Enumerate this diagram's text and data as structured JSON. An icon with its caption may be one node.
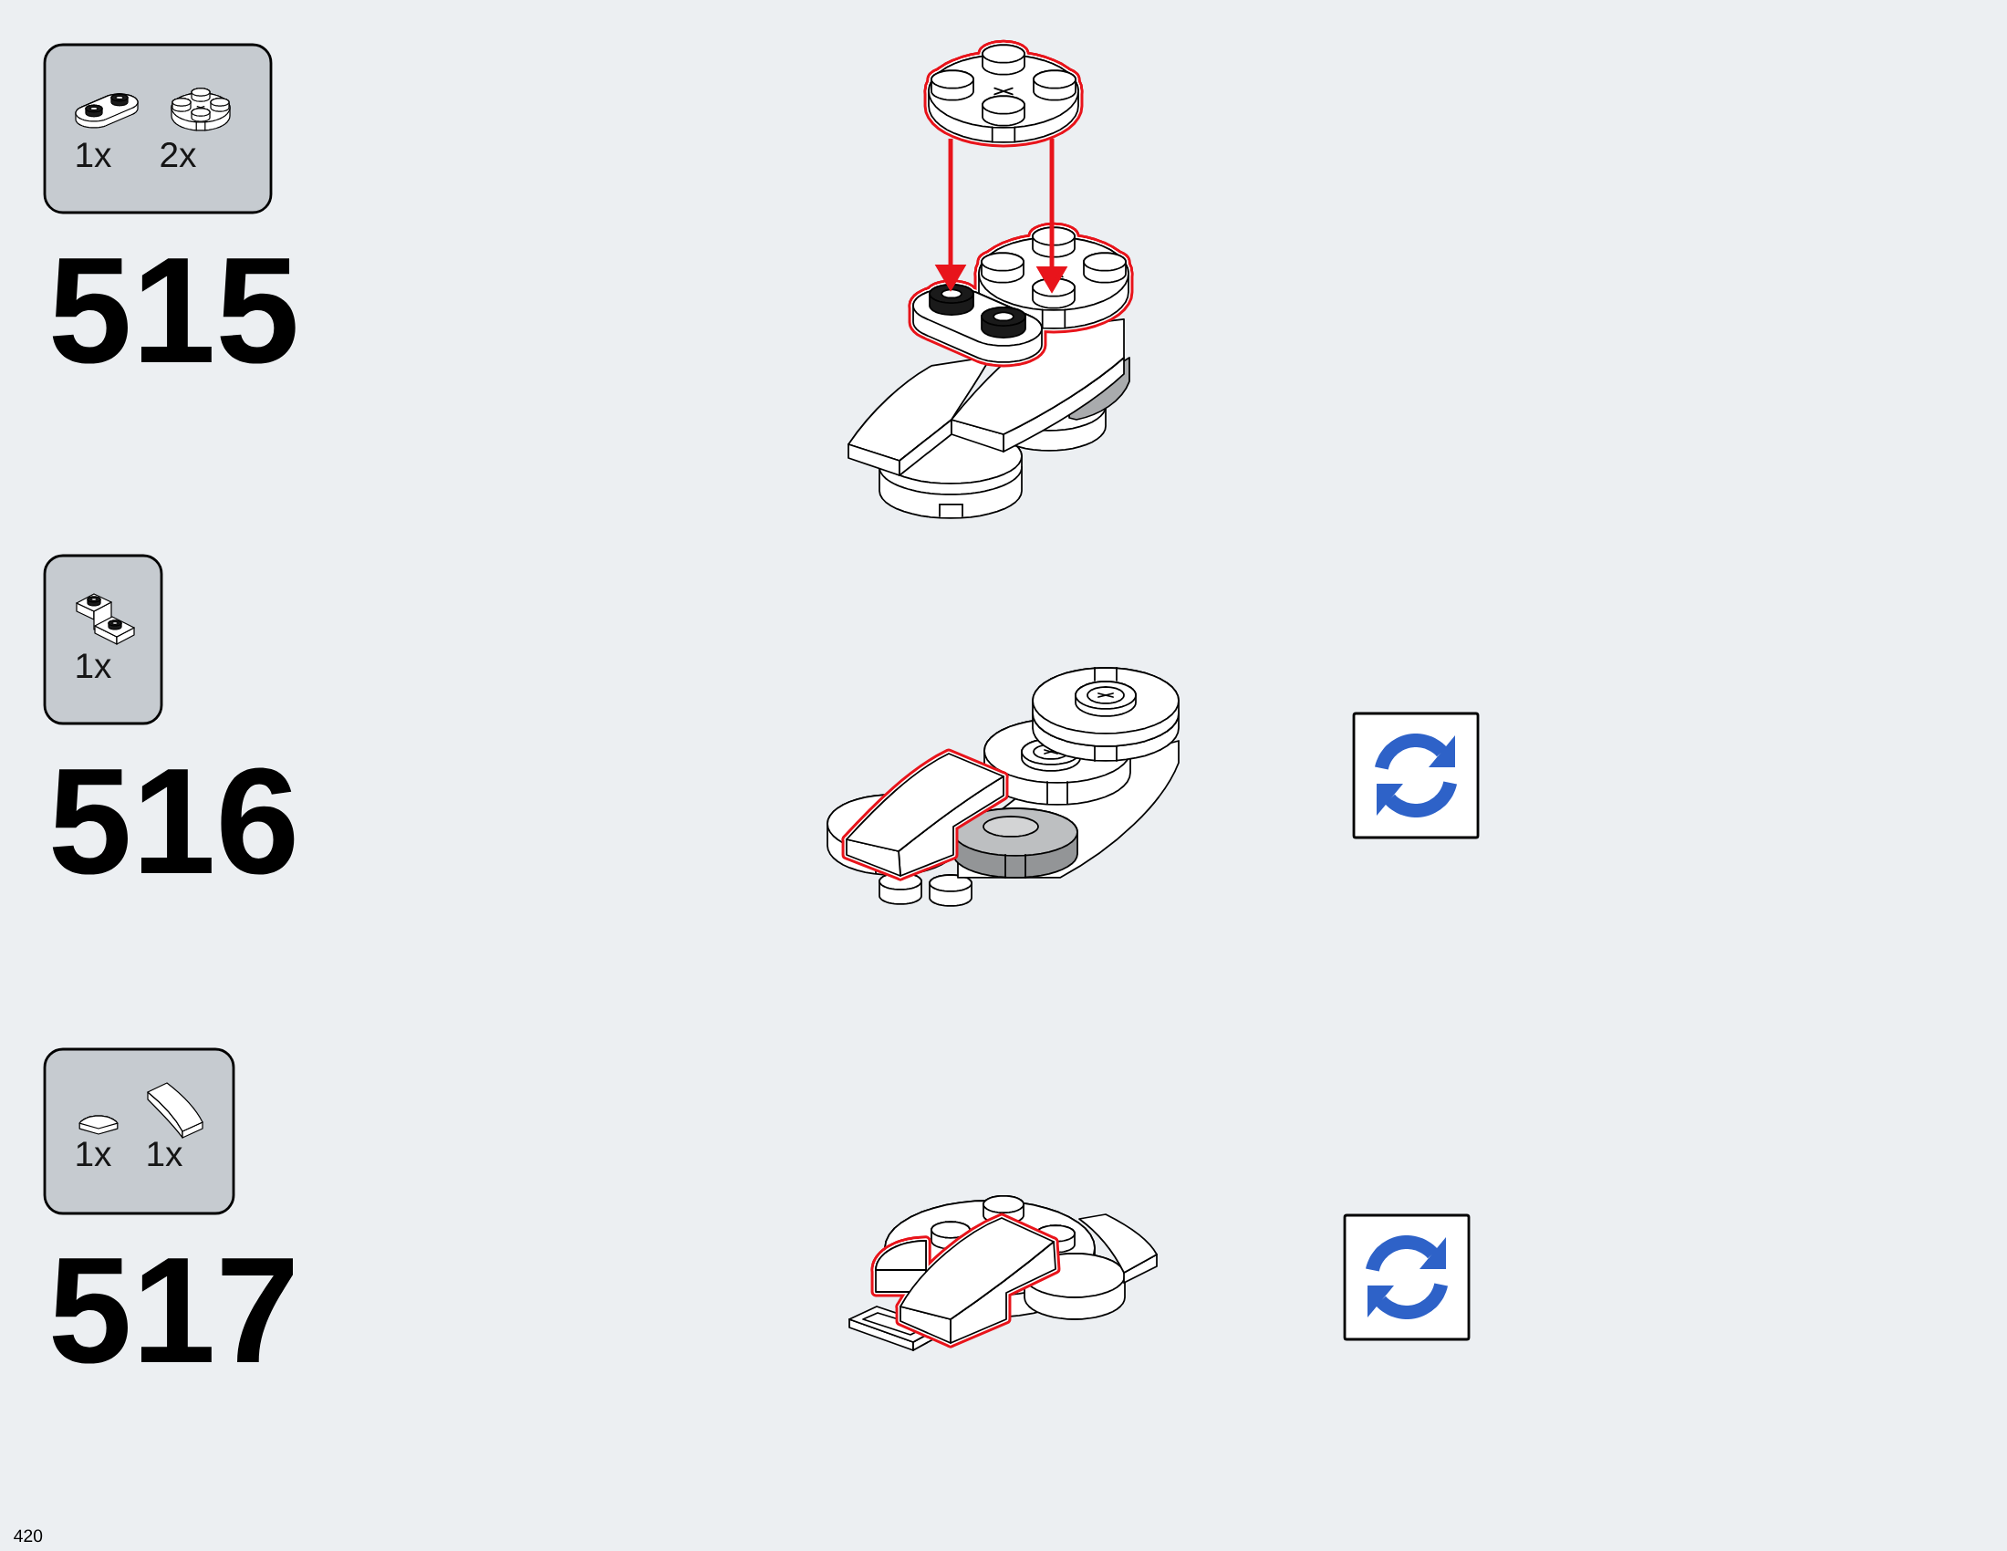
{
  "diagram": {
    "nodes": [
      {
        "text": [
          "1x",
          "2x"
        ],
        "beside": [
          "515"
        ]
      },
      {
        "text": [],
        "shape": "picture"
      },
      {
        "text": [],
        "shape": "picture"
      },
      {
        "text": [
          "1x"
        ],
        "beside": [
          "516"
        ]
      },
      {
        "text": [
          "1x",
          "1x"
        ],
        "beside": [
          "517"
        ]
      }
    ],
    "edges": [
      {
        "from": 1,
        "to": 2,
        "arrow": "to"
      },
      {
        "from": 1,
        "to": 2,
        "arrow": "to"
      }
    ],
    "labels": [
      "420"
    ]
  }
}
